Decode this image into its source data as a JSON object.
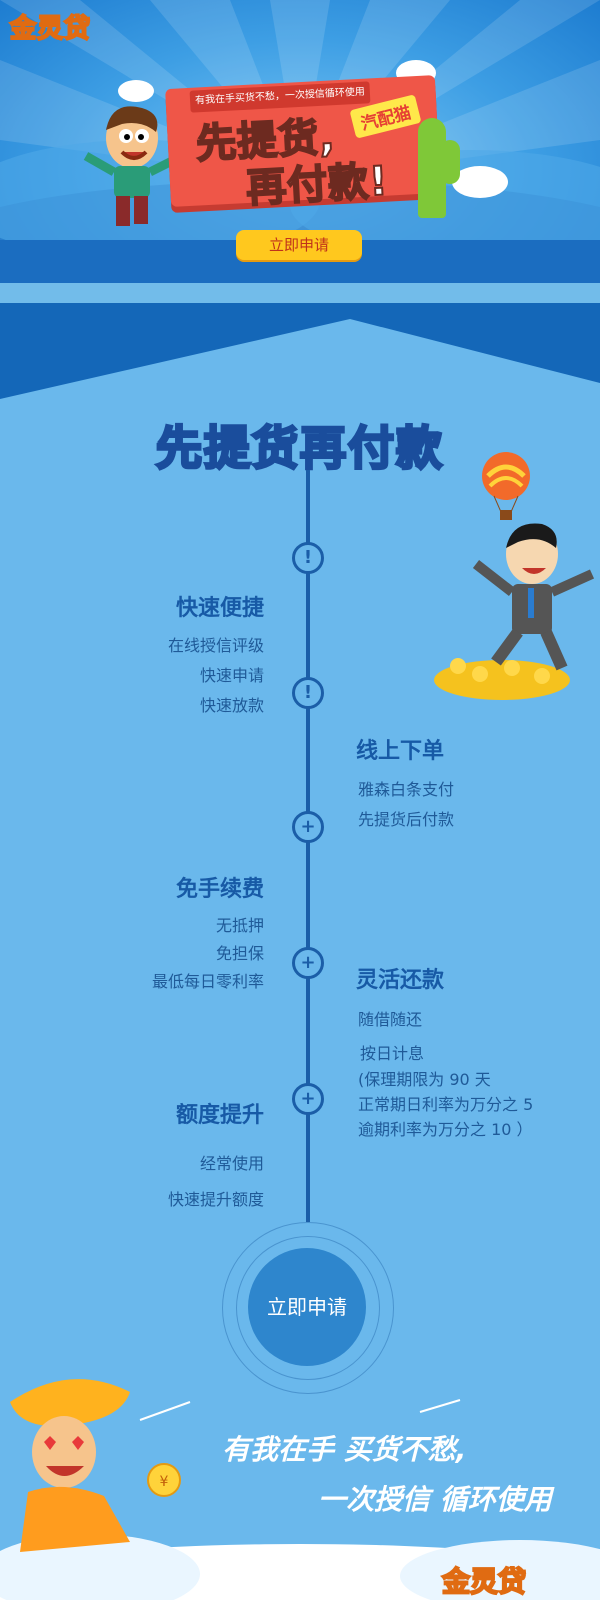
{
  "brand": {
    "logo": "金灵贷"
  },
  "banner": {
    "ribbon": "有我在手买货不愁，一次授信循环使用",
    "headline_line1": "先提货,",
    "headline_line2": "再付款!",
    "badge": "汽配猫",
    "apply_label": "立即申请"
  },
  "title": "先提货再付款",
  "timeline": {
    "sections": [
      {
        "title": "快速便捷",
        "items": [
          "在线授信评级",
          "快速申请",
          "快速放款"
        ]
      },
      {
        "title": "线上下单",
        "items": [
          "雅森白条支付",
          "先提货后付款"
        ]
      },
      {
        "title": "免手续费",
        "items": [
          "无抵押",
          "免担保",
          "最低每日零利率"
        ]
      },
      {
        "title": "灵活还款",
        "items": [
          "随借随还",
          "按日计息",
          "(保理期限为 90 天",
          "正常期日利率为万分之 5",
          "逾期利率为万分之 10 ）"
        ]
      },
      {
        "title": "额度提升",
        "items": [
          "经常使用",
          "快速提升额度"
        ]
      }
    ],
    "icons": [
      "exclamation-icon",
      "exclamation-icon",
      "plus-icon",
      "plus-icon",
      "plus-icon"
    ]
  },
  "cta": {
    "label": "立即申请"
  },
  "footer": {
    "slogan_line1": "有我在手 买货不愁,",
    "slogan_line2": "一次授信 循环使用",
    "logo": "金灵贷"
  },
  "colors": {
    "accent": "#ffc81e",
    "primary": "#1b5ea8",
    "background": "#6ab8ec",
    "sign": "#ef5648"
  }
}
